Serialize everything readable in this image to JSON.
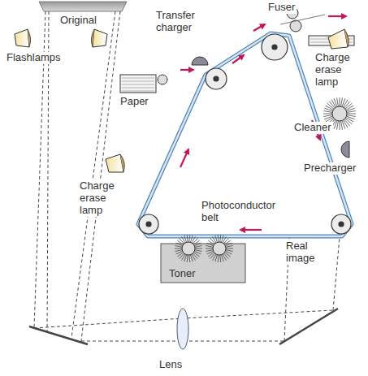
{
  "diagram": {
    "labels": [
      "Original",
      "Flashlamps",
      "Transfer charger",
      "Fuser",
      "Charge erase lamp",
      "Paper",
      "Cleaner",
      "Precharger",
      "Charge erase lamp",
      "Photoconductor belt",
      "Real image",
      "Toner",
      "Lens"
    ]
  }
}
